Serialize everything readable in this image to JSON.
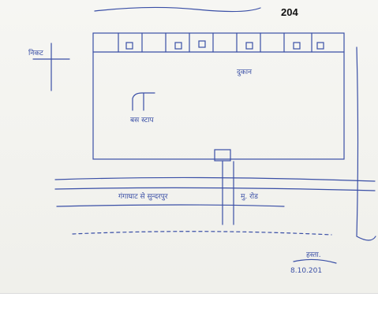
{
  "document_number": "204",
  "map_labels": {
    "nearby": "निकट",
    "bus_stop": "बस स्टाप",
    "shop": "दुकान",
    "road_to_city": "गंगाघाट से सुन्दरपुर",
    "main_road": "मु. रोड",
    "signature": "हस्ता.",
    "date": "8.10.201"
  },
  "colors": {
    "ink": "#3a4fa6",
    "paper": "#f4f4f1"
  }
}
